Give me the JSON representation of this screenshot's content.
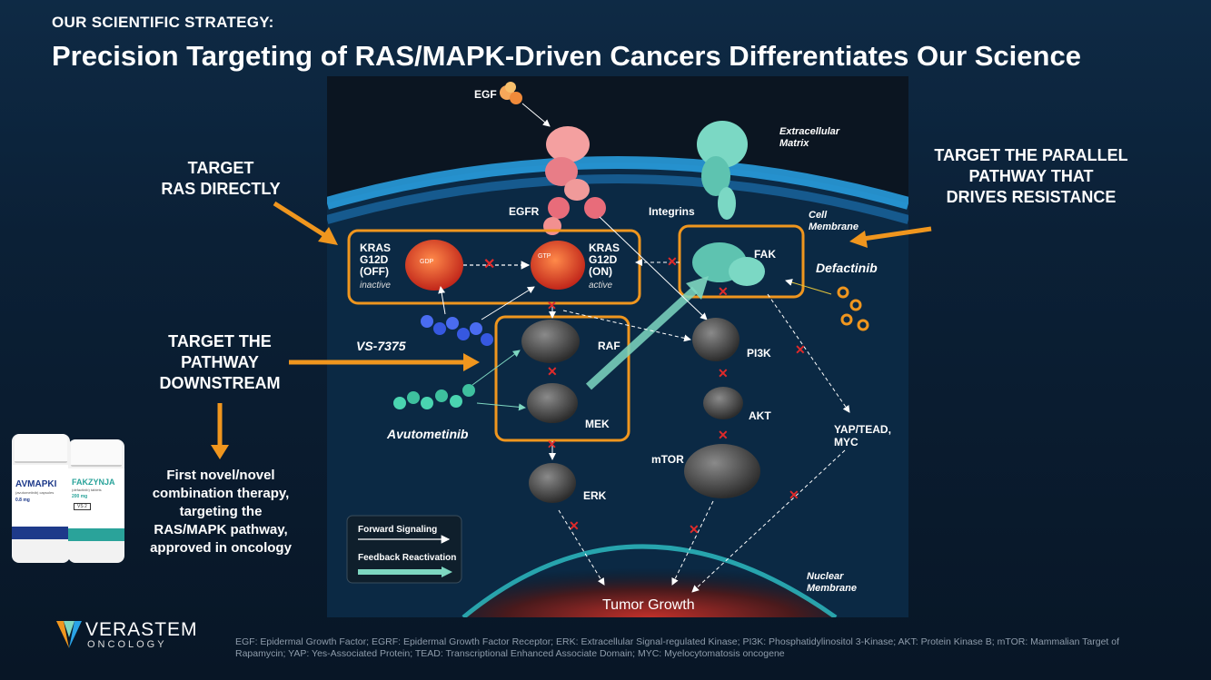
{
  "header": {
    "eyebrow": "OUR SCIENTIFIC STRATEGY:",
    "title": "Precision Targeting of RAS/MAPK-Driven Cancers Differentiates Our Science"
  },
  "callouts": {
    "target_ras": "TARGET\nRAS DIRECTLY",
    "target_downstream": "TARGET THE\nPATHWAY\nDOWNSTREAM",
    "target_parallel": "TARGET THE PARALLEL\nPATHWAY THAT\nDRIVES RESISTANCE",
    "approval_note": "First novel/novel\ncombination therapy,\ntargeting the\nRAS/MAPK pathway,\napproved in oncology"
  },
  "products": {
    "bottle1_name": "AVMAPKI",
    "bottle1_sub": "(avutometinib) capsules",
    "bottle1_dose": "0.8 mg",
    "bottle2_name": "FAKZYNJA",
    "bottle2_sub": "(defactinib) tablets",
    "bottle2_dose": "200 mg",
    "bottle2_badge": "VS 2"
  },
  "diagram": {
    "egf": "EGF",
    "egfr": "EGFR",
    "integrins": "Integrins",
    "extracellular_matrix": "Extracellular\nMatrix",
    "cell_membrane": "Cell\nMembrane",
    "kras_off": "KRAS\nG12D\n(OFF)",
    "kras_off_state": "inactive",
    "kras_on": "KRAS\nG12D\n(ON)",
    "kras_on_state": "active",
    "gdp": "GDP",
    "gtp": "GTP",
    "fak": "FAK",
    "defactinib": "Defactinib",
    "vs7375": "VS-7375",
    "raf": "RAF",
    "mek": "MEK",
    "erk": "ERK",
    "avutometinib": "Avutometinib",
    "pi3k": "PI3K",
    "akt": "AKT",
    "mtor": "mTOR",
    "yap": "YAP/TEAD,\nMYC",
    "legend_forward": "Forward Signaling",
    "legend_feedback": "Feedback Reactivation",
    "nuclear_membrane": "Nuclear\nMembrane",
    "tumor_growth": "Tumor Growth"
  },
  "footer": {
    "logo_name": "VERASTEM",
    "logo_sub": "ONCOLOGY",
    "abbreviations": "EGF: Epidermal Growth Factor; EGRF: Epidermal Growth Factor Receptor; ERK: Extracellular Signal-regulated Kinase; PI3K: Phosphatidylinositol 3-Kinase;  AKT: Protein Kinase B; mTOR: Mammalian Target of Rapamycin; YAP: Yes-Associated Protein; TEAD: Transcriptional Enhanced Associate Domain; MYC:  Myelocytomatosis oncogene"
  },
  "colors": {
    "orange": "#f0961e",
    "teal": "#7ed7c1",
    "red_x": "#e02a2a",
    "membrane_blue": "#1f8fd0"
  }
}
